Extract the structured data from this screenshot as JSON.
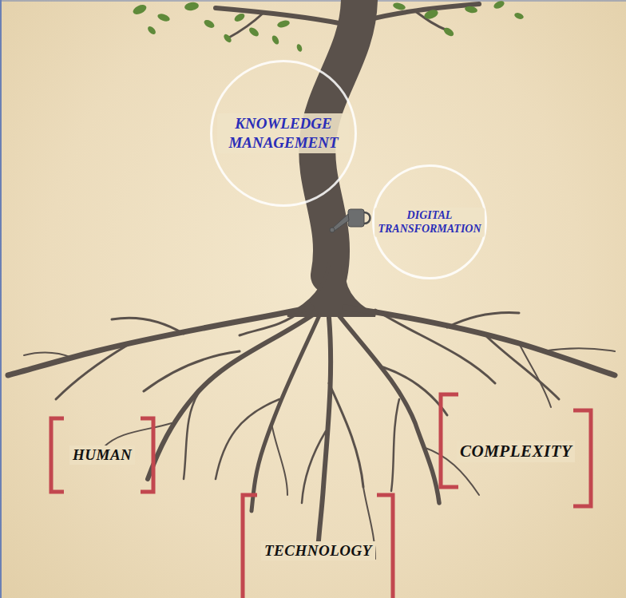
{
  "diagram": {
    "nodes": [
      {
        "text": [
          "KNOWLEDGE MANAGEMENT"
        ]
      },
      {
        "text": [
          "DIGITAL TRANSFORMATION"
        ]
      }
    ],
    "labels": [
      "HUMAN",
      "TECHNOLOGY",
      "COMPLEXITY"
    ]
  }
}
